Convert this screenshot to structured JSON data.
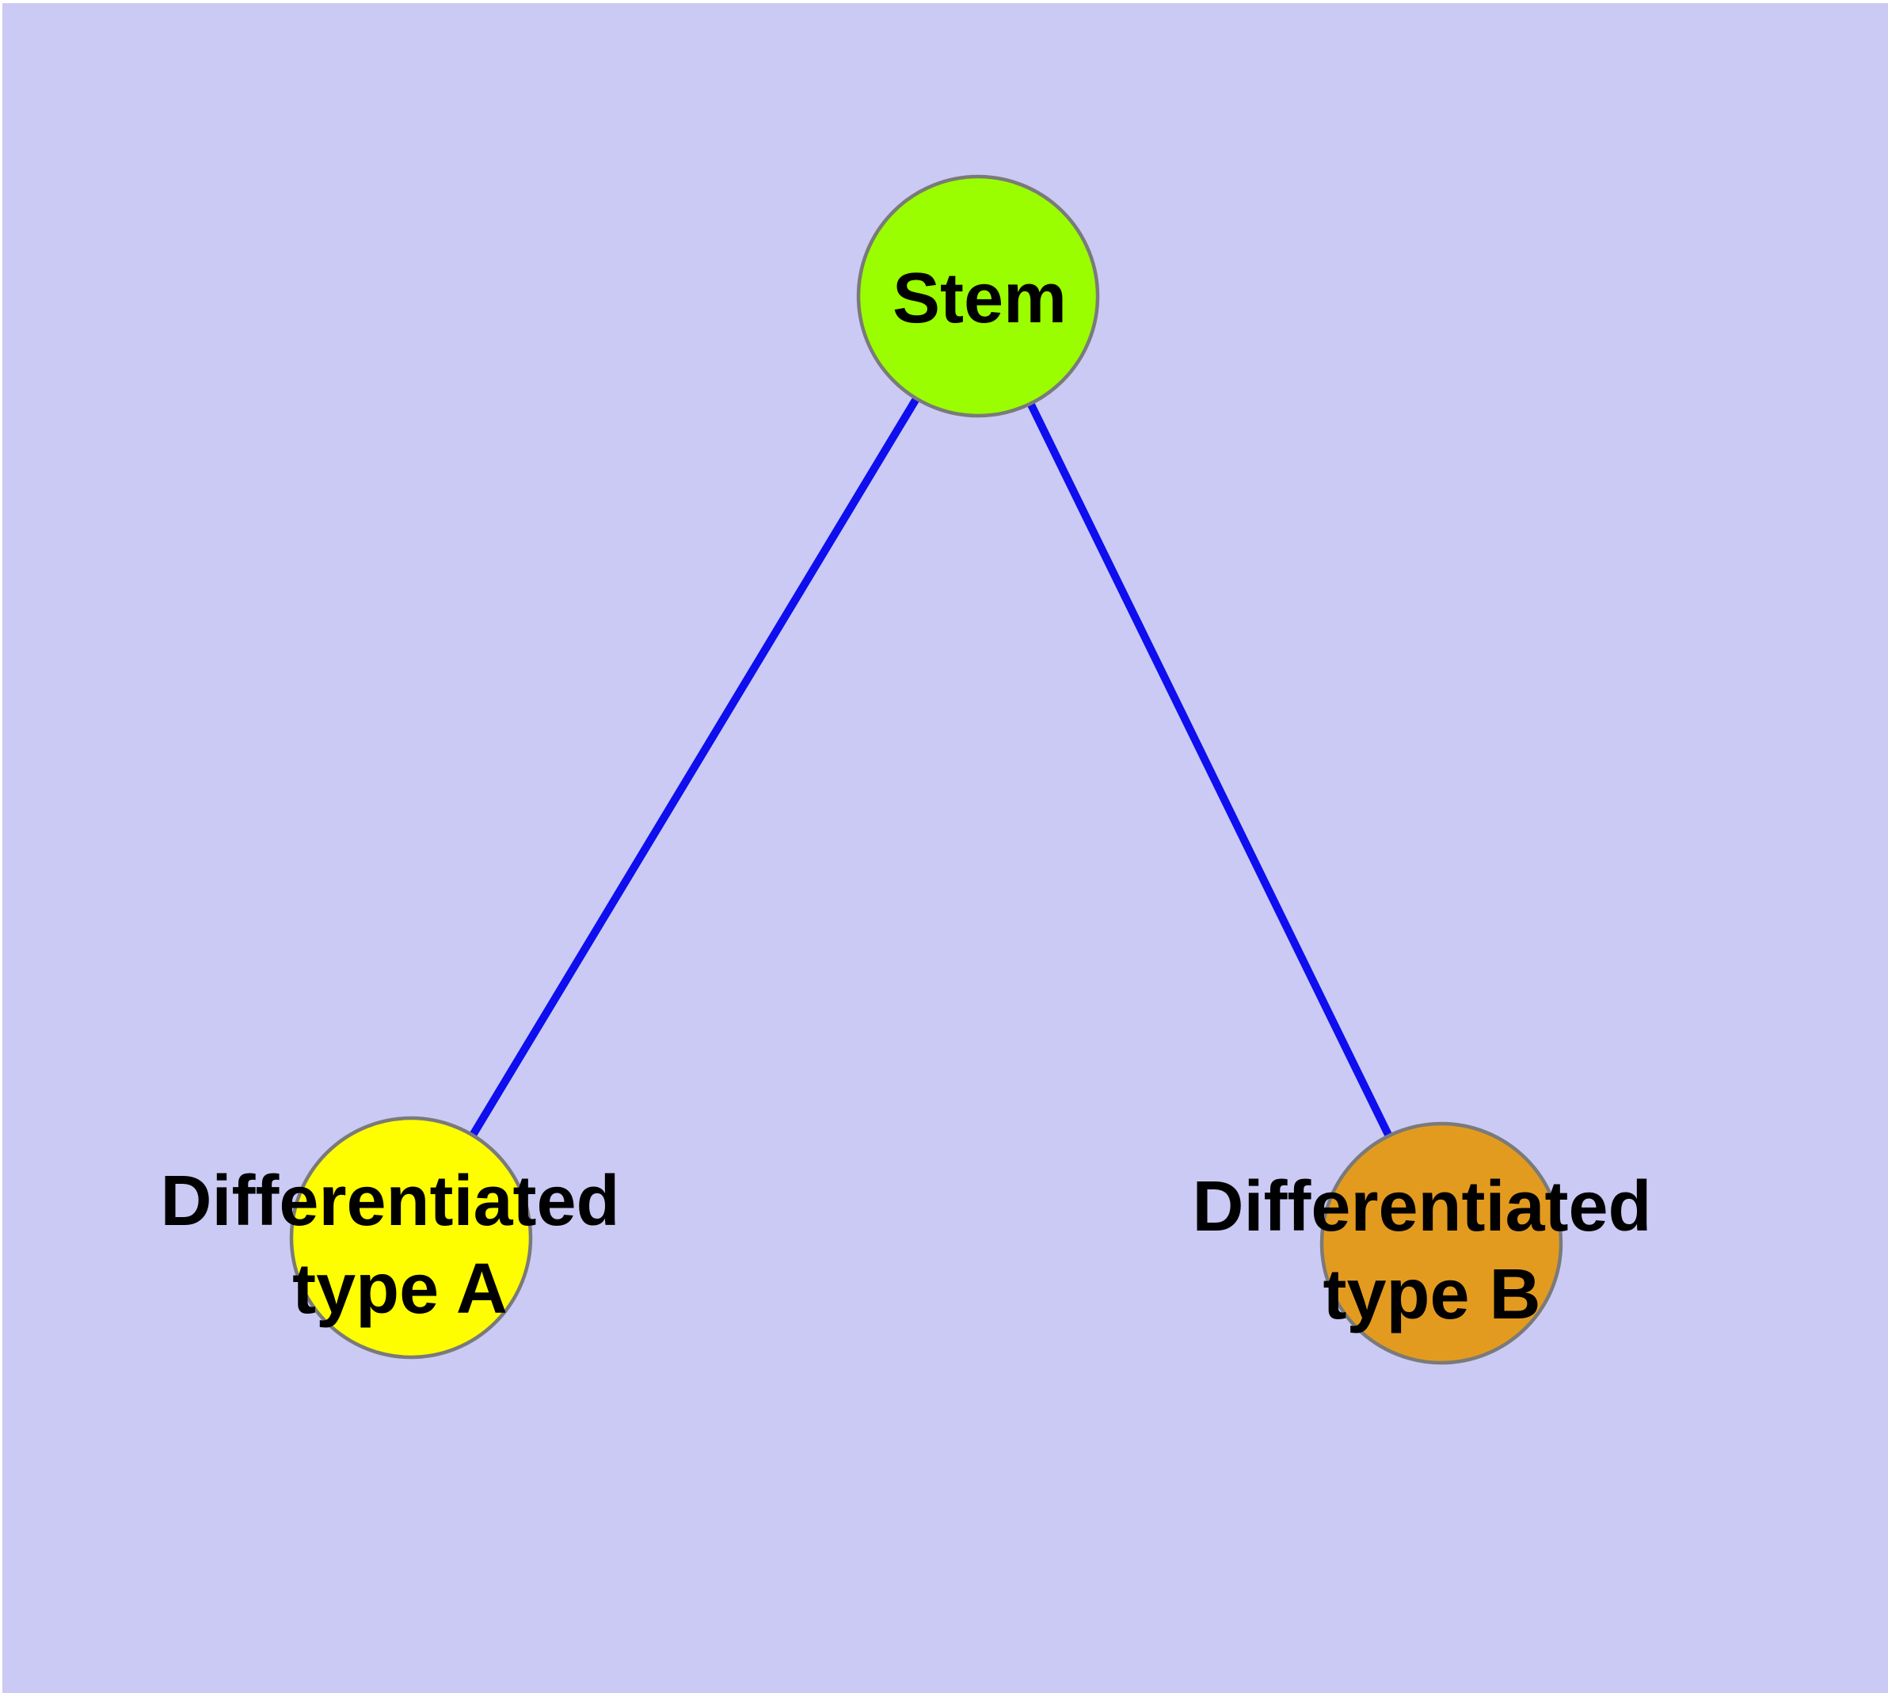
{
  "figure": {
    "type": "graph-diagram",
    "title": "",
    "colors": {
      "background": "#cacaf4",
      "page": "#ffffff",
      "edge": "#0e0eee",
      "node_border": "#7a7a7a",
      "label_text": "#000000"
    },
    "nodes": [
      {
        "id": "stem",
        "label": "Stem",
        "lines": [
          "Stem"
        ],
        "fill": "#9afe00"
      },
      {
        "id": "differentiated-type-a",
        "label": "Differentiated type A",
        "lines": [
          "Differentiated",
          "type A"
        ],
        "fill": "#fffe00"
      },
      {
        "id": "differentiated-type-b",
        "label": "Differentiated type B",
        "lines": [
          "Differentiated",
          "type B"
        ],
        "fill": "#e39b1f"
      }
    ],
    "edges": [
      {
        "from": "stem",
        "to": "differentiated-type-a"
      },
      {
        "from": "stem",
        "to": "differentiated-type-b"
      }
    ]
  }
}
